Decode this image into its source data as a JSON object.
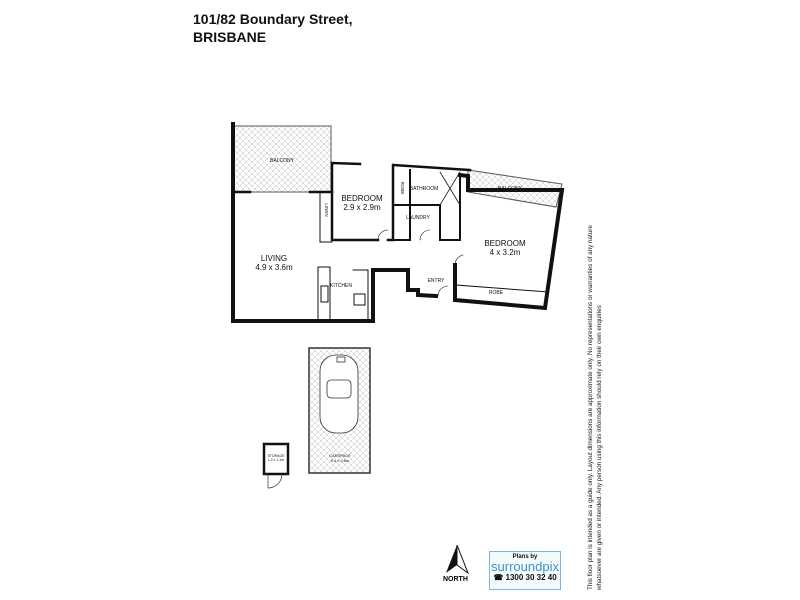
{
  "header": {
    "line1": "101/82 Boundary Street,",
    "line2": "BRISBANE"
  },
  "rooms": {
    "balcony_left": "BALCONY",
    "balcony_right": "BALCONY",
    "bedroom1": {
      "name": "BEDROOM",
      "dims": "2.9 x 2.9m"
    },
    "bedroom2": {
      "name": "BEDROOM",
      "dims": "4 x 3.2m"
    },
    "living": {
      "name": "LIVING",
      "dims": "4.9 x 3.6m"
    },
    "robe1": "ROBE",
    "robe2": "ROBE",
    "linen": "LINEN",
    "bathroom": "BATHROOM",
    "laundry": "LAUNDRY",
    "kitchen": "KITCHEN",
    "entry": "ENTRY",
    "carspace": {
      "name": "CARSPACE",
      "dims": "5.4 x 2.6m"
    },
    "storage": {
      "name": "STORAGE",
      "dims": "1.2 x 1.1m"
    }
  },
  "compass": {
    "label": "NORTH"
  },
  "logo": {
    "tagline": "Plans by",
    "brand": "surroundpix",
    "phone": "1300 30 32 40"
  },
  "disclaimer": {
    "line1": "This floor plan is intended as a guide only. Layout dimensions are approximate only. No representations or warranties of any nature",
    "line2": "whatsoever are given or intended. Any person using this information should rely on their own enquiries"
  },
  "colors": {
    "wall": "#111111",
    "hatch": "#bbbbbb",
    "logo_accent": "#3a95c3"
  }
}
